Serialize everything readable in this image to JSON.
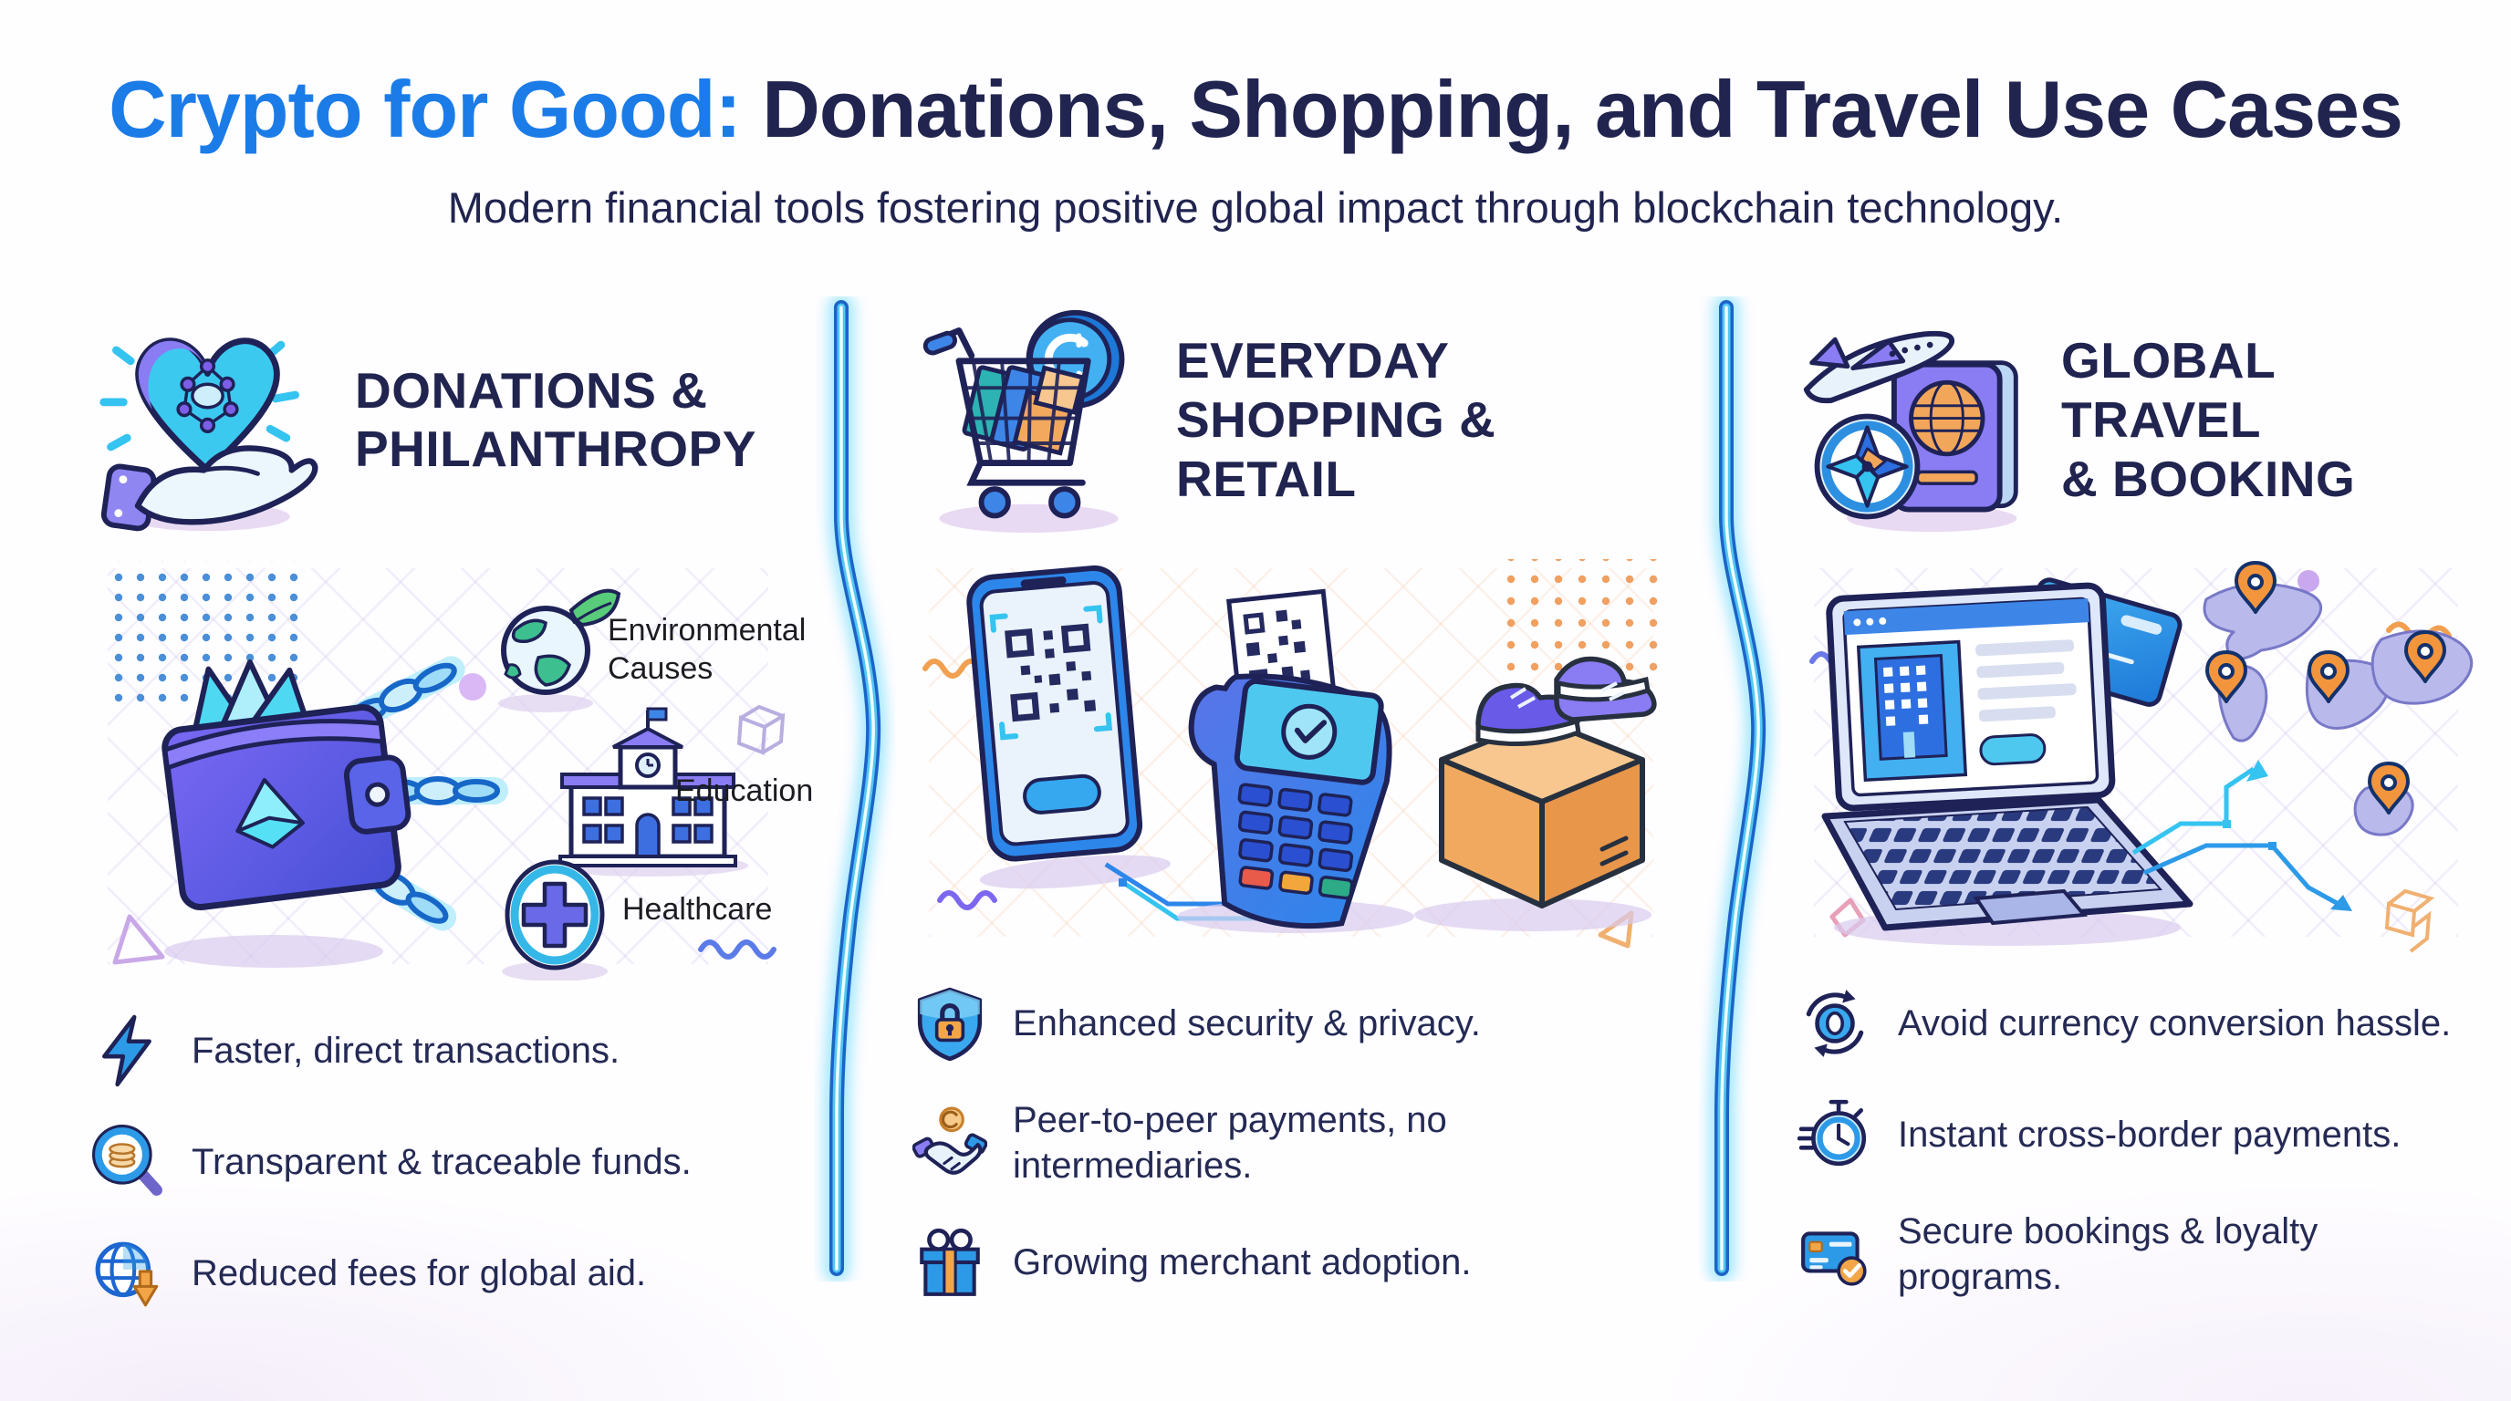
{
  "title": {
    "highlight": "Crypto for Good:",
    "rest": " Donations, Shopping, and Travel Use Cases"
  },
  "subtitle": "Modern financial tools fostering positive global impact through blockchain technology.",
  "colors": {
    "accent_blue": "#1b7ce8",
    "navy": "#20244f",
    "divider_glow": "#49c8f4",
    "orange": "#f2a04e"
  },
  "columns": [
    {
      "heading": "DONATIONS &\nPHILANTHROPY",
      "header_icon": "heart-in-hand-icon",
      "labels": {
        "environmental": "Environmental Causes",
        "education": "Education",
        "healthcare": "Healthcare"
      },
      "bullets": [
        {
          "icon": "lightning-icon",
          "text": "Faster, direct transactions."
        },
        {
          "icon": "magnifier-coins-icon",
          "text": "Transparent & traceable funds."
        },
        {
          "icon": "globe-down-arrow-icon",
          "text": "Reduced fees for global aid."
        }
      ]
    },
    {
      "heading": "EVERYDAY\nSHOPPING &\nRETAIL",
      "header_icon": "cart-coin-icon",
      "bullets": [
        {
          "icon": "shield-lock-icon",
          "text": "Enhanced security & privacy."
        },
        {
          "icon": "handshake-coin-icon",
          "text": "Peer-to-peer payments, no intermediaries."
        },
        {
          "icon": "gift-box-icon",
          "text": "Growing merchant adoption."
        }
      ]
    },
    {
      "heading": "GLOBAL TRAVEL\n& BOOKING",
      "header_icon": "travel-passport-compass-icon",
      "bullets": [
        {
          "icon": "currency-rotate-icon",
          "text": "Avoid currency conversion hassle."
        },
        {
          "icon": "stopwatch-icon",
          "text": "Instant cross-border payments."
        },
        {
          "icon": "card-check-icon",
          "text": "Secure bookings & loyalty programs."
        }
      ]
    }
  ]
}
